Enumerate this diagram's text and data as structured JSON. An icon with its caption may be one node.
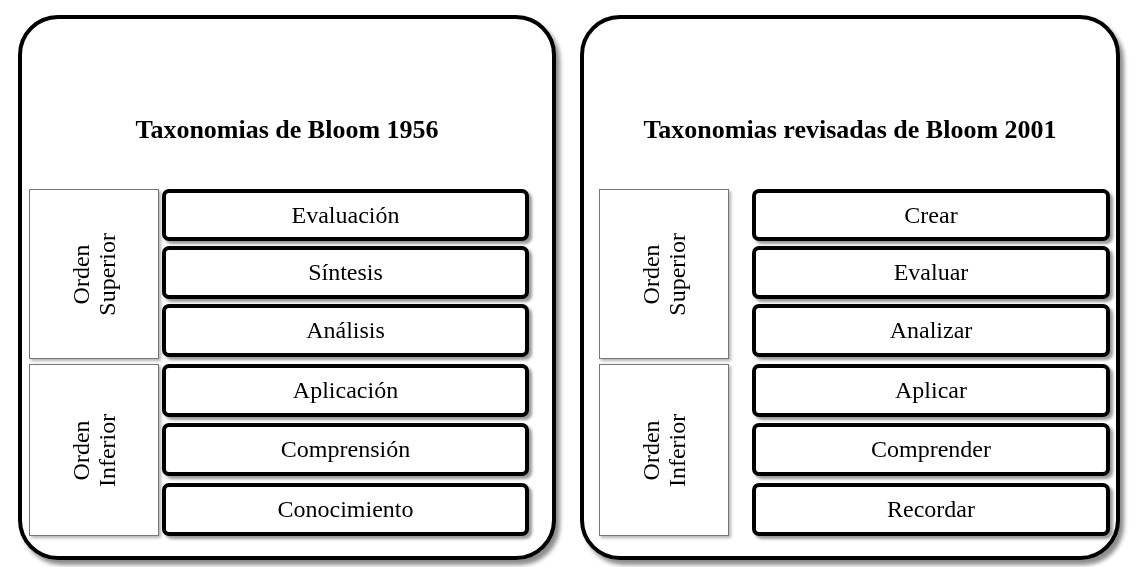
{
  "diagram": {
    "nodes": [
      {
        "text": [
          "Taxonomias de Bloom 1956"
        ]
      },
      {
        "text": [
          "Orden Superior"
        ],
        "in": 0
      },
      {
        "text": [
          "Evaluación"
        ],
        "in": 0
      },
      {
        "text": [
          "Síntesis"
        ],
        "in": 0
      },
      {
        "text": [
          "Análisis"
        ],
        "in": 0
      },
      {
        "text": [
          "Orden Inferior"
        ],
        "in": 0
      },
      {
        "text": [
          "Aplicación"
        ],
        "in": 0
      },
      {
        "text": [
          "Comprensión"
        ],
        "in": 0
      },
      {
        "text": [
          "Conocimiento"
        ],
        "in": 0
      },
      {
        "text": [
          "Taxonomias revisadas de Bloom 2001"
        ]
      },
      {
        "text": [
          "Orden Superior"
        ],
        "in": 9
      },
      {
        "text": [
          "Crear"
        ],
        "in": 9
      },
      {
        "text": [
          "Evaluar"
        ],
        "in": 9
      },
      {
        "text": [
          "Analizar"
        ],
        "in": 9
      },
      {
        "text": [
          "Orden Inferior"
        ],
        "in": 9
      },
      {
        "text": [
          "Aplicar"
        ],
        "in": 9
      },
      {
        "text": [
          "Comprender"
        ],
        "in": 9
      },
      {
        "text": [
          "Recordar"
        ],
        "in": 9
      }
    ],
    "edges": []
  }
}
